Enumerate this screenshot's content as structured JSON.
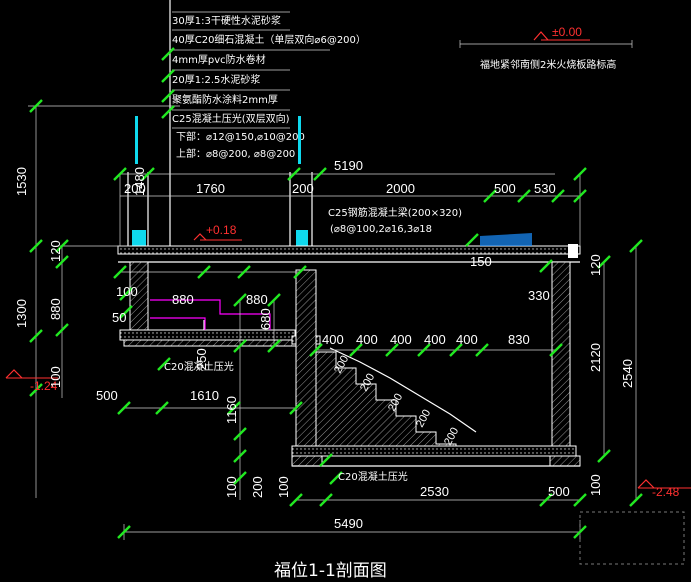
{
  "title": "福位1-1剖面图",
  "top_layers": [
    "30厚1:3干硬性水泥砂浆",
    "40厚C20细石混凝土（单层双向⌀6@200）",
    "4mm厚pvc防水卷材",
    "20厚1:2.5水泥砂浆",
    "聚氨酯防水涂料2mm厚",
    "C25混凝土压光(双层双向)",
    "下部：⌀12@150,⌀10@200",
    "上部：⌀8@200, ⌀8@200"
  ],
  "beam_note": [
    "C25钢筋混凝土梁(200×320)",
    "(⌀8@100,2⌀16,3⌀18"
  ],
  "ref_note": "福地紧邻南侧2米火烧板路标高",
  "slab_notes": [
    "C20混凝土压光",
    "C20混凝土压光"
  ],
  "levels": [
    "±0.00",
    "+0.18",
    "-1.24",
    "-2.48"
  ],
  "dims": {
    "total_top": "5190",
    "total_bottom": "5490",
    "h_1530": "1530",
    "h_1480": "1480",
    "h_1300": "1300",
    "h_880": "880",
    "h_100a": "100",
    "h_120": "120",
    "h_120b": "120",
    "h_2120": "2120",
    "h_2540": "2540",
    "h_1160": "1160",
    "h_680": "680",
    "h_250": "250",
    "h_100b": "100",
    "h_200": "200",
    "h_100c": "100",
    "h_100d": "100",
    "top_200a": "200",
    "top_1760": "1760",
    "top_200b": "200",
    "top_2000": "2000",
    "top_500": "500",
    "top_530": "530",
    "mid_880a": "880",
    "mid_880b": "880",
    "mid_100": "100",
    "mid_50": "50",
    "mid_150": "150",
    "mid_330": "330",
    "mid_830": "830",
    "steps": [
      "400",
      "400",
      "400",
      "400",
      "400"
    ],
    "stair": [
      "200",
      "200",
      "200",
      "200",
      "200"
    ],
    "low_500a": "500",
    "low_1610": "1610",
    "low_2530": "2530",
    "low_500b": "500"
  }
}
